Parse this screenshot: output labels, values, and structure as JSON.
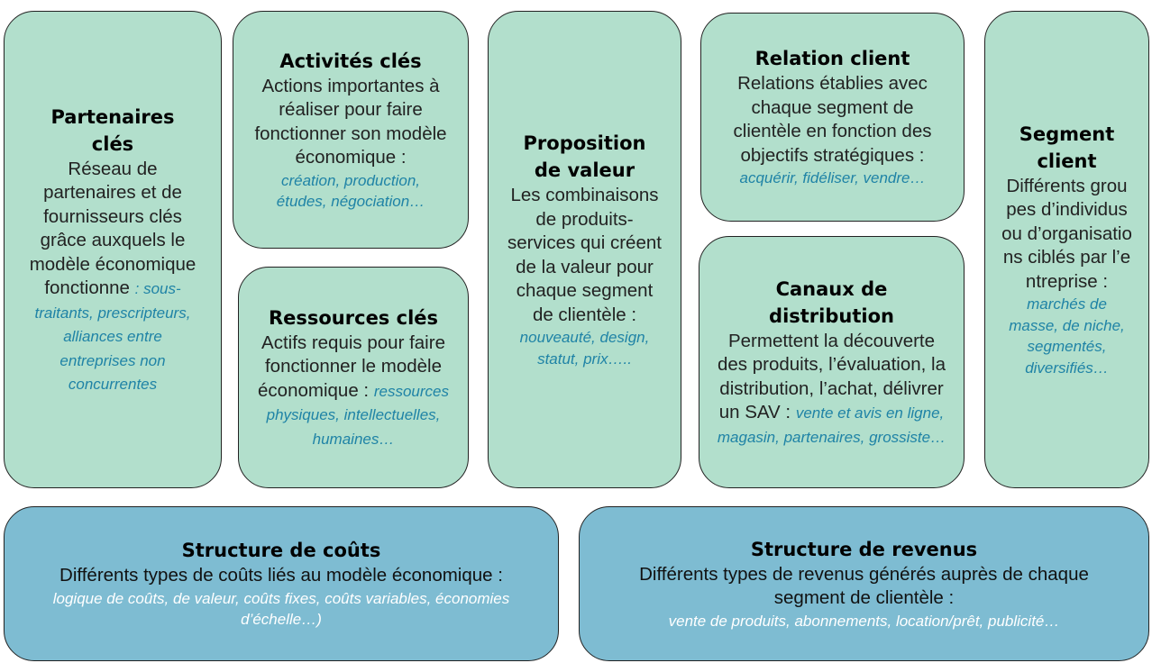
{
  "canvas": {
    "partenaires": {
      "title": "Partenaires clés",
      "description": "Réseau de partenaires et de fournisseurs clés grâce auxquels le modèle économique fonctionne",
      "examples": ": sous-traitants, prescripteurs, alliances entre entreprises non concurrentes"
    },
    "activites": {
      "title": "Activités clés",
      "description": "Actions importantes à réaliser pour faire fonctionner son modèle économique :",
      "examples": "création, production, études, négociation…"
    },
    "ressources": {
      "title": "Ressources clés",
      "description": "Actifs requis pour faire fonctionner le modèle économique :",
      "examples": "ressources physiques, intellectuelles, humaines…"
    },
    "proposition": {
      "title": "Proposition de valeur",
      "description": "Les combinaisons de produits-services qui créent de la valeur pour chaque segment de clientèle :",
      "examples": "nouveauté, design, statut, prix….."
    },
    "relation": {
      "title": "Relation client",
      "description": "Relations établies avec chaque segment de clientèle en fonction des objectifs stratégiques :",
      "examples": "acquérir, fidéliser, vendre…"
    },
    "canaux": {
      "title": "Canaux de distribution",
      "description": "Permettent la découverte des produits, l’évaluation, la distribution, l’achat, délivrer un SAV :",
      "examples": "vente et avis en ligne, magasin, partenaires, grossiste…"
    },
    "segment": {
      "title": "Segment client",
      "description": "Différents groupes d’individus ou d’organisations ciblés par l’entreprise :",
      "examples": "marchés de masse, de niche, segmentés, diversifiés…"
    },
    "couts": {
      "title": "Structure de coûts",
      "description": "Différents types de coûts liés au modèle économique :",
      "examples": "logique de coûts, de valeur, coûts fixes, coûts variables, économies d’échelle…)"
    },
    "revenus": {
      "title": "Structure de revenus",
      "description": "Différents types de revenus générés auprès de chaque segment de clientèle :",
      "examples": "vente de produits, abonnements, location/prêt, publicité…"
    }
  },
  "colors": {
    "green_box": "#b2dfcc",
    "blue_box": "#7ebcd2",
    "example_text": "#1f83a6"
  }
}
